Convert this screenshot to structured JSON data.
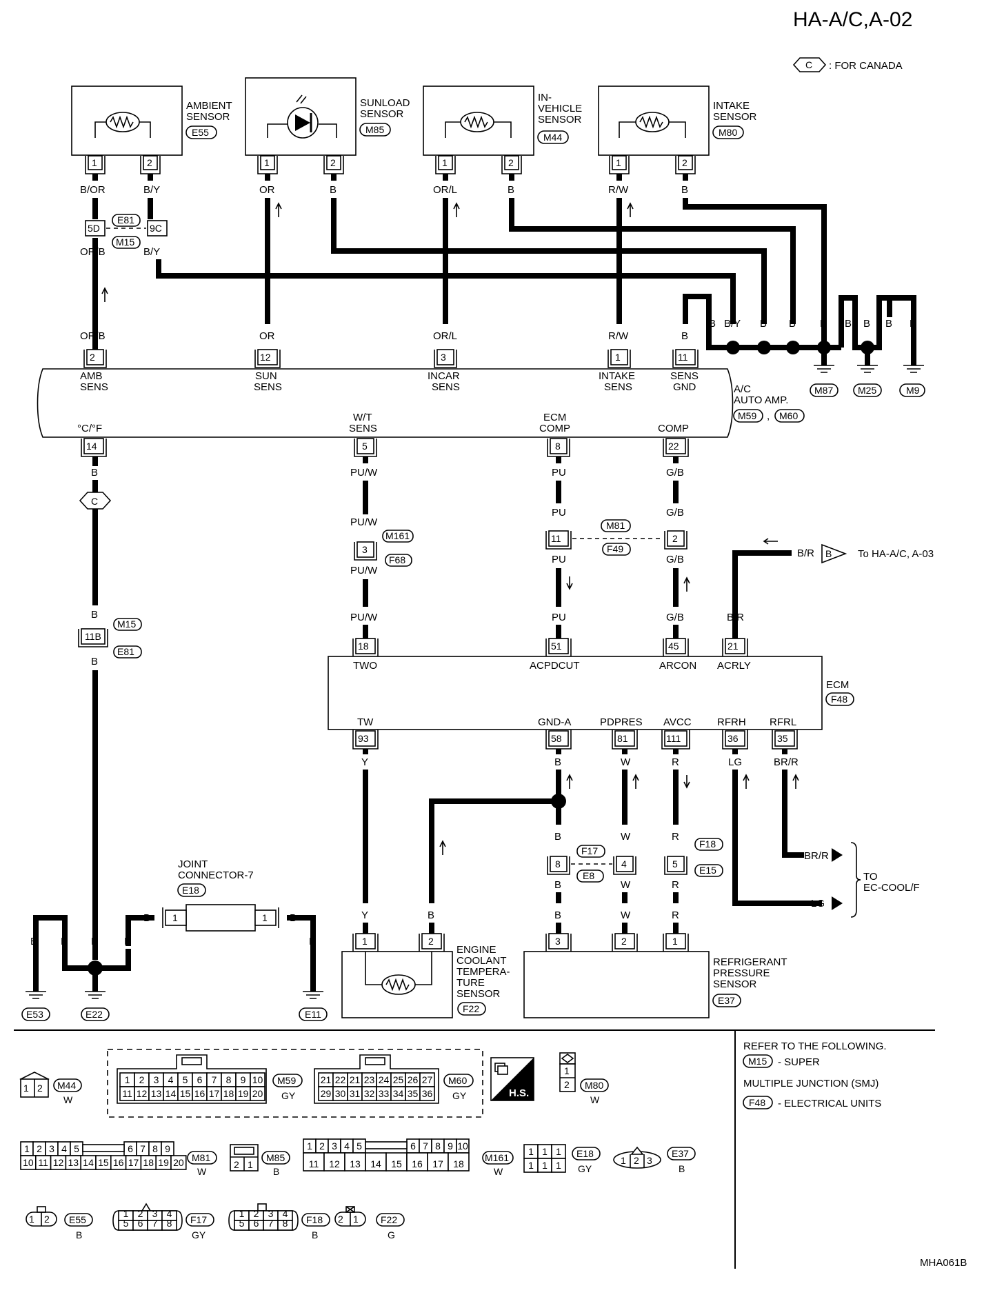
{
  "header": {
    "title": "HA-A/C,A-02",
    "canada_symbol": "C",
    "canada_note": ": FOR CANADA"
  },
  "sensors_top": {
    "ambient": {
      "name_line1": "AMBIENT",
      "name_line2": "SENSOR",
      "conn": "E55"
    },
    "sunload": {
      "name_line1": "SUNLOAD",
      "name_line2": "SENSOR",
      "conn": "M85"
    },
    "invehicle": {
      "name_line1": "IN-",
      "name_line2": "VEHICLE",
      "name_line3": "SENSOR",
      "conn": "M44"
    },
    "intake": {
      "name_line1": "INTAKE",
      "name_line2": "SENSOR",
      "conn": "M80"
    },
    "pin1": "1",
    "pin2": "2"
  },
  "wires_top": {
    "amb1": "B/OR",
    "amb2": "B/Y",
    "sun1": "OR",
    "sun2": "B",
    "inv1": "OR/L",
    "inv2": "B",
    "int1": "R/W",
    "int2": "B",
    "jc_pin1": "5D",
    "jc_pin2": "9C",
    "jc_conn1": "E81",
    "jc_conn2": "M15",
    "amb1_low": "OR/B",
    "amb2_low": "B/Y"
  },
  "amp_top_wires": {
    "amb": "OR/B",
    "sun": "OR",
    "incar": "OR/L",
    "intake": "R/W",
    "gnd": "B"
  },
  "ground_labels": [
    "B",
    "B/Y",
    "B",
    "B",
    "B",
    "B",
    "B",
    "B",
    "B"
  ],
  "ground_conns": {
    "g1": "M87",
    "g2": "M25",
    "g3": "M9"
  },
  "amp": {
    "pins_top": [
      "2",
      "12",
      "3",
      "1",
      "11"
    ],
    "labels_top": [
      [
        "AMB",
        "SENS"
      ],
      [
        "SUN",
        "SENS"
      ],
      [
        "INCAR",
        "SENS"
      ],
      [
        "INTAKE",
        "SENS"
      ],
      [
        "SENS",
        "GND"
      ]
    ],
    "name_line1": "A/C",
    "name_line2": "AUTO AMP.",
    "conn1": "M59",
    "conn_sep": ",",
    "conn2": "M60",
    "labels_bottom": [
      [
        "°C/°F"
      ],
      [
        "W/T",
        "SENS"
      ],
      [
        "ECM",
        "COMP"
      ],
      [
        "COMP"
      ]
    ],
    "pins_bottom": [
      "14",
      "5",
      "8",
      "22"
    ]
  },
  "mid_wires": {
    "cf_wire": "B",
    "canada": "C",
    "wt1": "PU/W",
    "wt2": "PU/W",
    "wt3": "PU/W",
    "wt4": "PU/W",
    "wt_pin": "3",
    "wt_conn1": "M161",
    "wt_conn2": "F68",
    "ecm1": "PU",
    "ecm2": "PU",
    "ecm3": "PU",
    "ecm4": "PU",
    "ecm_pin": "11",
    "mid_conn1": "M81",
    "mid_conn2": "F49",
    "comp1": "G/B",
    "comp2": "G/B",
    "comp3": "G/B",
    "comp4": "G/B",
    "comp_pin": "2",
    "b_upper": "B",
    "b_lower": "B",
    "b_pin": "11B",
    "b_conn1": "M15",
    "b_conn2": "E81",
    "acrly_out": "B/R",
    "acrly_out_sym": "B",
    "acrly_dest": "To HA-A/C, A-03",
    "acrly_wire": "B/R"
  },
  "ecm": {
    "pins_top": [
      "18",
      "51",
      "45",
      "21"
    ],
    "labels_top": [
      "TWO",
      "ACPDCUT",
      "ARCON",
      "ACRLY"
    ],
    "name": "ECM",
    "conn": "F48",
    "labels_bottom": [
      "TW",
      "GND-A",
      "PDPRES",
      "AVCC",
      "RFRH",
      "RFRL"
    ],
    "pins_bottom": [
      "93",
      "58",
      "81",
      "111",
      "36",
      "35"
    ]
  },
  "low_wires": {
    "tw": "Y",
    "tw_low": "Y",
    "eng_b": "B",
    "gnd1": "B",
    "gnd2": "B",
    "gnd3": "B",
    "gnd_pin": "8",
    "pd1": "W",
    "pd2": "W",
    "pd3": "W",
    "pd_pin": "4",
    "av1": "R",
    "av2": "R",
    "av3": "R",
    "av_pin": "5",
    "jconn1": "F17",
    "jconn2": "E8",
    "jconn3": "F18",
    "jconn4": "E15",
    "rfrh": "LG",
    "rfrl": "BR/R",
    "out_brr": "BR/R",
    "out_lg": "LG",
    "to_line1": "TO",
    "to_line2": "EC-COOL/F"
  },
  "joint": {
    "name_line1": "JOINT",
    "name_line2": "CONNECTOR-7",
    "conn": "E18",
    "pin": "1",
    "left_wire": "B",
    "right_wire": "B"
  },
  "ground_bottom": {
    "labels": [
      "B",
      "B",
      "B",
      "B",
      "B"
    ],
    "conns": [
      "E53",
      "E22",
      "E11"
    ]
  },
  "ect_sensor": {
    "pins": [
      "1",
      "2"
    ],
    "line1": "ENGINE",
    "line2": "COOLANT",
    "line3": "TEMPERA-",
    "line4": "TURE",
    "line5": "SENSOR",
    "conn": "F22"
  },
  "rp_sensor": {
    "pins": [
      "3",
      "2",
      "1"
    ],
    "line1": "REFRIGERANT",
    "line2": "PRESSURE",
    "line3": "SENSOR",
    "conn": "E37"
  },
  "legend": {
    "refer": "REFER TO THE FOLLOWING.",
    "m15": "M15",
    "m15_desc": "- SUPER",
    "smj": "MULTIPLE JUNCTION (SMJ)",
    "f48": "F48",
    "f48_desc": "- ELECTRICAL UNITS",
    "hs_label": "H.S."
  },
  "connector_views": {
    "m44": {
      "conn": "M44",
      "color": "W",
      "pins": [
        "1",
        "2"
      ]
    },
    "m59": {
      "conn": "M59",
      "color": "GY",
      "row1": [
        "1",
        "2",
        "3",
        "4",
        "5",
        "6",
        "7",
        "8",
        "9",
        "10"
      ],
      "row2": [
        "11",
        "12",
        "13",
        "14",
        "15",
        "16",
        "17",
        "18",
        "19",
        "20"
      ]
    },
    "m60": {
      "conn": "M60",
      "color": "GY",
      "row1": [
        "21",
        "22",
        "21",
        "23",
        "24",
        "25",
        "26",
        "27"
      ],
      "row2": [
        "29",
        "30",
        "31",
        "32",
        "33",
        "34",
        "35",
        "36"
      ]
    },
    "m80": {
      "conn": "M80",
      "color": "W",
      "pins": [
        "1",
        "2"
      ]
    },
    "m81": {
      "conn": "M81",
      "color": "W",
      "row1a": [
        "1",
        "2",
        "3",
        "4",
        "5"
      ],
      "row1b": [
        "6",
        "7",
        "8",
        "9"
      ],
      "row2": [
        "10",
        "11",
        "12",
        "13",
        "14",
        "15",
        "16",
        "17",
        "18",
        "19",
        "20"
      ]
    },
    "m85": {
      "conn": "M85",
      "color": "B",
      "pins": [
        "2",
        "1"
      ]
    },
    "m161": {
      "conn": "M161",
      "color": "W",
      "row1a": [
        "1",
        "2",
        "3",
        "4",
        "5"
      ],
      "row1b": [
        "6",
        "7",
        "8",
        "9",
        "10"
      ],
      "row2": [
        "11",
        "12",
        "13",
        "14",
        "15",
        "16",
        "17",
        "18"
      ]
    },
    "e18": {
      "conn": "E18",
      "color": "GY",
      "row1": [
        "1",
        "1",
        "1"
      ],
      "row2": [
        "1",
        "1",
        "1"
      ]
    },
    "e37": {
      "conn": "E37",
      "color": "B",
      "pins": [
        "1",
        "2",
        "3"
      ]
    },
    "e55": {
      "conn": "E55",
      "color": "B",
      "pins": [
        "1",
        "2"
      ]
    },
    "f17": {
      "conn": "F17",
      "color": "GY",
      "row1": [
        "1",
        "2",
        "3",
        "4"
      ],
      "row2": [
        "5",
        "6",
        "7",
        "8"
      ]
    },
    "f18": {
      "conn": "F18",
      "color": "B",
      "row1": [
        "1",
        "2",
        "3",
        "4"
      ],
      "row2": [
        "5",
        "6",
        "7",
        "8"
      ]
    },
    "f22": {
      "conn": "F22",
      "color": "G",
      "pins": [
        "2",
        "1"
      ]
    }
  },
  "footer": {
    "code": "MHA061B"
  }
}
